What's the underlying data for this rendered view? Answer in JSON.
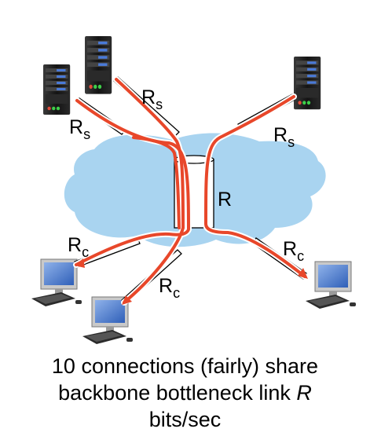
{
  "labels": {
    "server_link_label": "R",
    "server_link_sub": "s",
    "client_link_label": "R",
    "client_link_sub": "c",
    "bottleneck_label": "R"
  },
  "caption": {
    "line1": "10 connections (fairly) share",
    "line2_prefix": "backbone bottleneck link ",
    "line2_var": "R",
    "line3": "bits/sec"
  },
  "colors": {
    "cloud": "#a9d4f0",
    "connection": "#e8472a",
    "link_outline": "#000000",
    "server_body": "#1e1e1e",
    "server_led": "#4a7ad8",
    "screen": "#4a7bd0"
  },
  "icons": [
    "server-icon",
    "desktop-computer-icon"
  ]
}
